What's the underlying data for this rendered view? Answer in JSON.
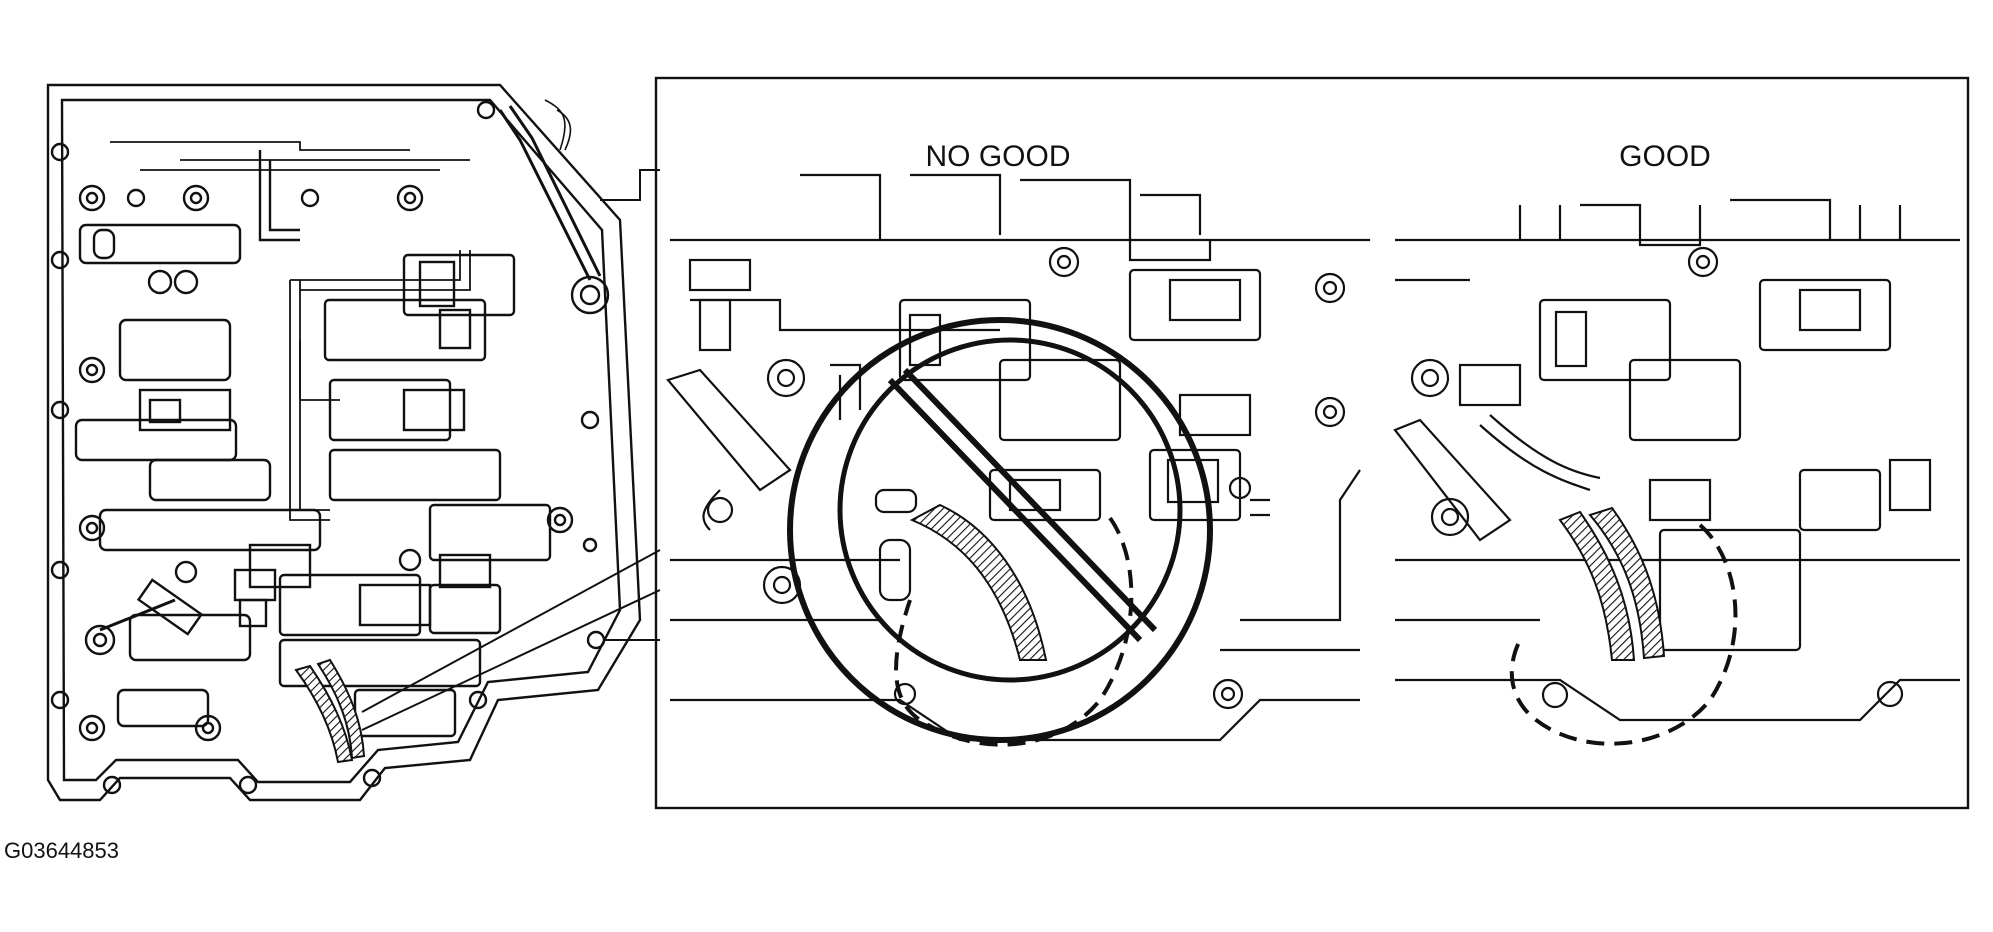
{
  "labels": {
    "no_good": "NO GOOD",
    "good": "GOOD",
    "figure_code": "G03644853"
  },
  "colors": {
    "ink": "#111111",
    "background": "#ffffff"
  },
  "panels": [
    {
      "name": "valve-body-overview",
      "depicts": "full valve body with solenoid wire harness routed along lower edge"
    },
    {
      "name": "no-good-detail",
      "depicts": "harness routed incorrectly, crossed out with prohibition symbol"
    },
    {
      "name": "good-detail",
      "depicts": "harness routed correctly between solenoids"
    }
  ]
}
